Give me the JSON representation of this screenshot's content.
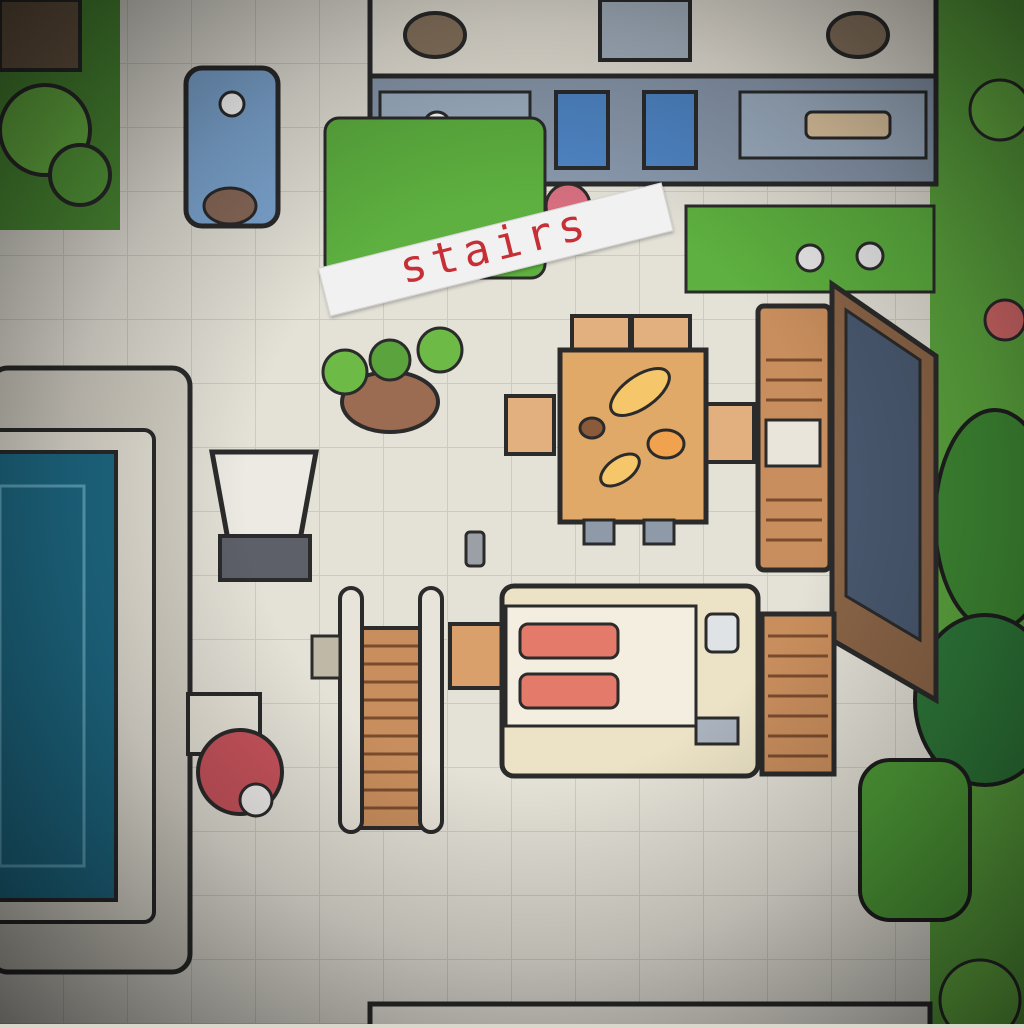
{
  "scene": {
    "label": "stairs",
    "label_color": "#c62f36",
    "floor_color": "#e4e1d7",
    "grass_color": "#58a83c",
    "pool_color": "#1f6e8a",
    "wood_color": "#d9a06b"
  },
  "map_objects": [
    "building-top",
    "sign-plaque",
    "blue-door-left",
    "blue-door-right",
    "blue-chair",
    "potted-plant",
    "sink-basin",
    "swimming-pool",
    "dining-table",
    "wooden-staircase",
    "sofa-bed",
    "side-cabinet",
    "shelf-unit",
    "open-door",
    "red-stool",
    "garden-shrubs",
    "flower-pot"
  ]
}
